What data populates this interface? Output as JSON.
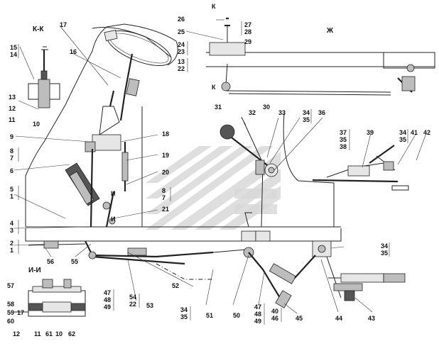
{
  "section_titles": {
    "kk": "К-К",
    "zh": "Ж",
    "ii": "И-И",
    "k_top": "К",
    "k_bottom": "К",
    "i_upper": "И",
    "i_lower": "И"
  },
  "callouts": {
    "c15_14": [
      "15",
      "14"
    ],
    "c13": "13",
    "c12": "12",
    "c11": "11",
    "c10": "10",
    "c17": "17",
    "c16": "16",
    "c26": "26",
    "c25": "25",
    "c27_28": [
      "27",
      "28"
    ],
    "c24_23": [
      "24",
      "23"
    ],
    "c29": "29",
    "c13_22": [
      "13",
      "22"
    ],
    "c31": "31",
    "c30": "30",
    "c32": "32",
    "c33": "33",
    "c34_35a": [
      "34",
      "35"
    ],
    "c36": "36",
    "c9": "9",
    "c18": "18",
    "c8_7a": [
      "8",
      "7"
    ],
    "c6": "6",
    "c19": "19",
    "c20": "20",
    "c37_35_38": [
      "37",
      "35",
      "38"
    ],
    "c39": "39",
    "c34_35b": [
      "34",
      "35"
    ],
    "c41": "41",
    "c42": "42",
    "c5_1": [
      "5",
      "1"
    ],
    "c8_7b": [
      "8",
      "7"
    ],
    "c21": "21",
    "c4_3": [
      "4",
      "3"
    ],
    "c2_1": [
      "2",
      "1"
    ],
    "c56": "56",
    "c55": "55",
    "c34_35c": [
      "34",
      "35"
    ],
    "c57": "57",
    "c58": "58",
    "c59_17": [
      "59",
      "17"
    ],
    "c60": "60",
    "c47_48_49a": [
      "47",
      "48",
      "49"
    ],
    "c54_22": [
      "54",
      "22"
    ],
    "c53": "53",
    "c52": "52",
    "c34_35d": [
      "34",
      "35"
    ],
    "c51": "51",
    "c50": "50",
    "c47_48_49b": [
      "47",
      "48",
      "49"
    ],
    "c40_46": [
      "40",
      "46"
    ],
    "c45": "45",
    "c44": "44",
    "c43": "43",
    "bottom_row": [
      "12",
      "11",
      "61",
      "10",
      "62"
    ]
  }
}
